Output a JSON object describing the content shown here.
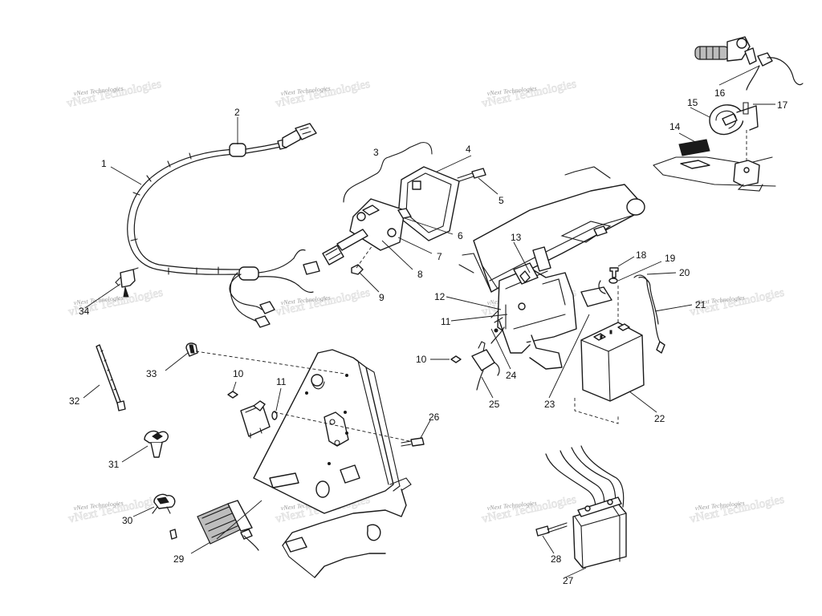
{
  "watermark": {
    "text": "vNext Technologies"
  },
  "callouts": [
    "1",
    "2",
    "3",
    "4",
    "5",
    "6",
    "7",
    "8",
    "9",
    "10",
    "11",
    "12",
    "13",
    "14",
    "15",
    "16",
    "17",
    "18",
    "19",
    "20",
    "21",
    "22",
    "23",
    "24",
    "25",
    "26",
    "27",
    "28",
    "29",
    "30",
    "31",
    "32",
    "33",
    "34"
  ]
}
